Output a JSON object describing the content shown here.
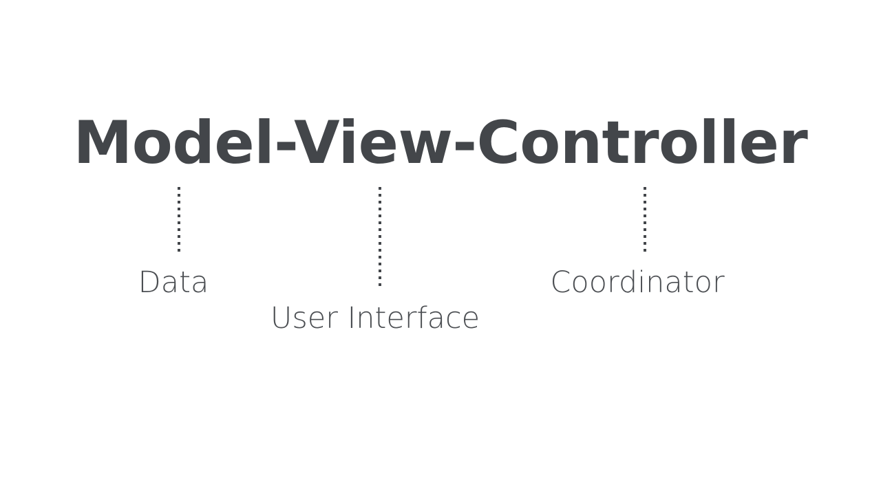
{
  "slide": {
    "background_color": "#ffffff",
    "text_color": "#43464a",
    "label_color": "#4b4e52",
    "title": "Model-View-Controller",
    "connectors": [
      {
        "name": "model-connector",
        "style": "dotted-vertical"
      },
      {
        "name": "view-connector",
        "style": "dotted-vertical"
      },
      {
        "name": "controller-connector",
        "style": "dotted-vertical"
      }
    ],
    "labels": [
      {
        "id": "model",
        "text": "Data"
      },
      {
        "id": "view",
        "text": "User Interface"
      },
      {
        "id": "controller",
        "text": "Coordinator"
      }
    ]
  }
}
